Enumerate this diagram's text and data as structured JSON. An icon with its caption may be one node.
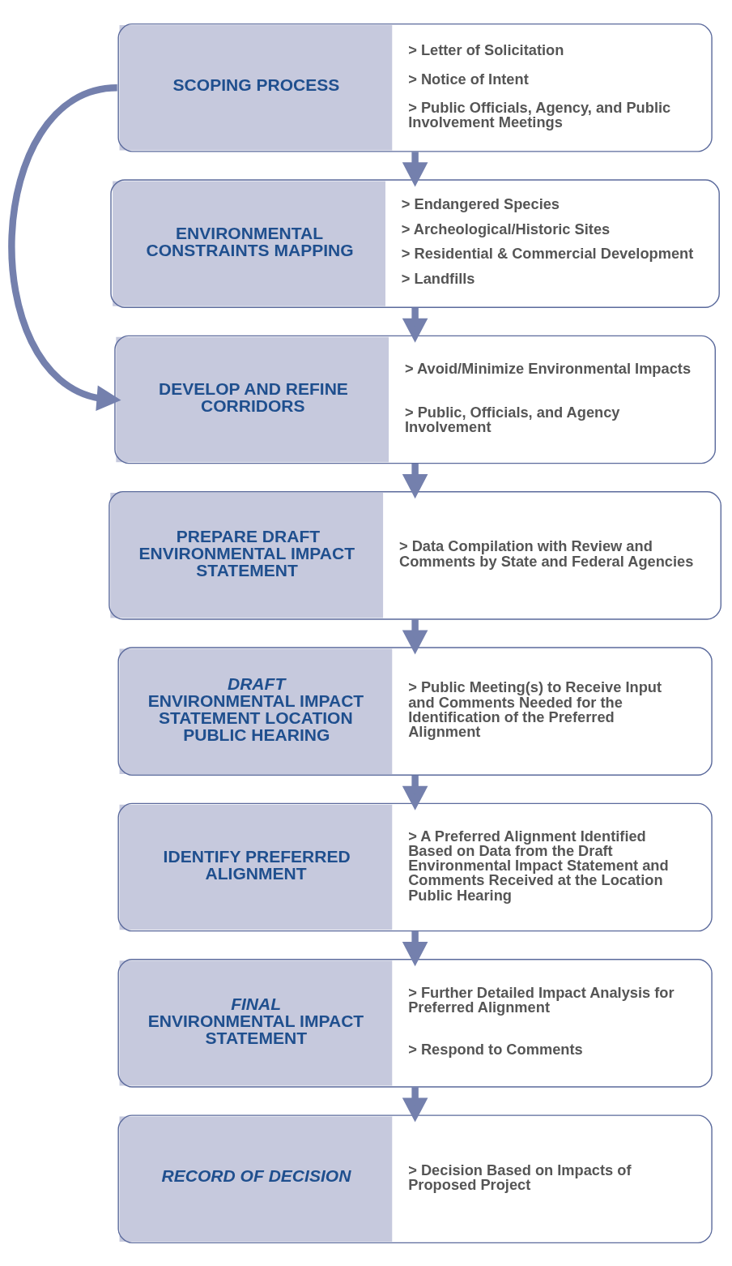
{
  "diagram": {
    "nodes": [
      {
        "text": [
          "SCOPING PROCESS",
          "> Letter of Solicitation",
          "> Notice of Intent",
          "> Public Officials, Agency, and Public Involvement Meetings"
        ]
      },
      {
        "text": [
          "ENVIRONMENTAL CONSTRAINTS MAPPING",
          "> Endangered Species",
          "> Archeological/Historic Sites",
          "> Residential & Commercial Development",
          "> Landfills"
        ]
      },
      {
        "text": [
          "DEVELOP AND REFINE CORRIDORS",
          "> Avoid/Minimize Environmental Impacts",
          "> Public, Officials, and Agency Involvement"
        ]
      },
      {
        "text": [
          "PREPARE DRAFT ENVIRONMENTAL IMPACT STATEMENT",
          "> Data Compilation with Review and Comments by State and Federal Agencies"
        ]
      },
      {
        "text": [
          "*DRAFT* ENVIRONMENTAL IMPACT STATEMENT LOCATION PUBLIC HEARING",
          "> Public Meeting(s) to Receive Input and Comments Needed for the Identification of the Preferred Alignment"
        ]
      },
      {
        "text": [
          "IDENTIFY PREFERRED ALIGNMENT",
          "> A Preferred Alignment Identified Based on Data from the Draft Environmental Impact Statement and Comments Received at the Location Public Hearing"
        ]
      },
      {
        "text": [
          "*FINAL* ENVIRONMENTAL IMPACT STATEMENT",
          "> Further Detailed Impact Analysis for Preferred Alignment",
          "> Respond to Comments"
        ]
      },
      {
        "text": [
          "RECORD OF DECISION",
          "> Decision Based on Impacts of Proposed Project"
        ]
      }
    ],
    "edges": [
      {
        "from": 0,
        "to": 1,
        "arrow": "to"
      },
      {
        "from": 1,
        "to": 2,
        "arrow": "to"
      },
      {
        "from": 2,
        "to": 3,
        "arrow": "to"
      },
      {
        "from": 3,
        "to": 4,
        "arrow": "to"
      },
      {
        "from": 4,
        "to": 5,
        "arrow": "to"
      },
      {
        "from": 5,
        "to": 6,
        "arrow": "to"
      },
      {
        "from": 6,
        "to": 7,
        "arrow": "to"
      },
      {
        "from": 0,
        "to": 2,
        "arrow": "to"
      }
    ]
  }
}
